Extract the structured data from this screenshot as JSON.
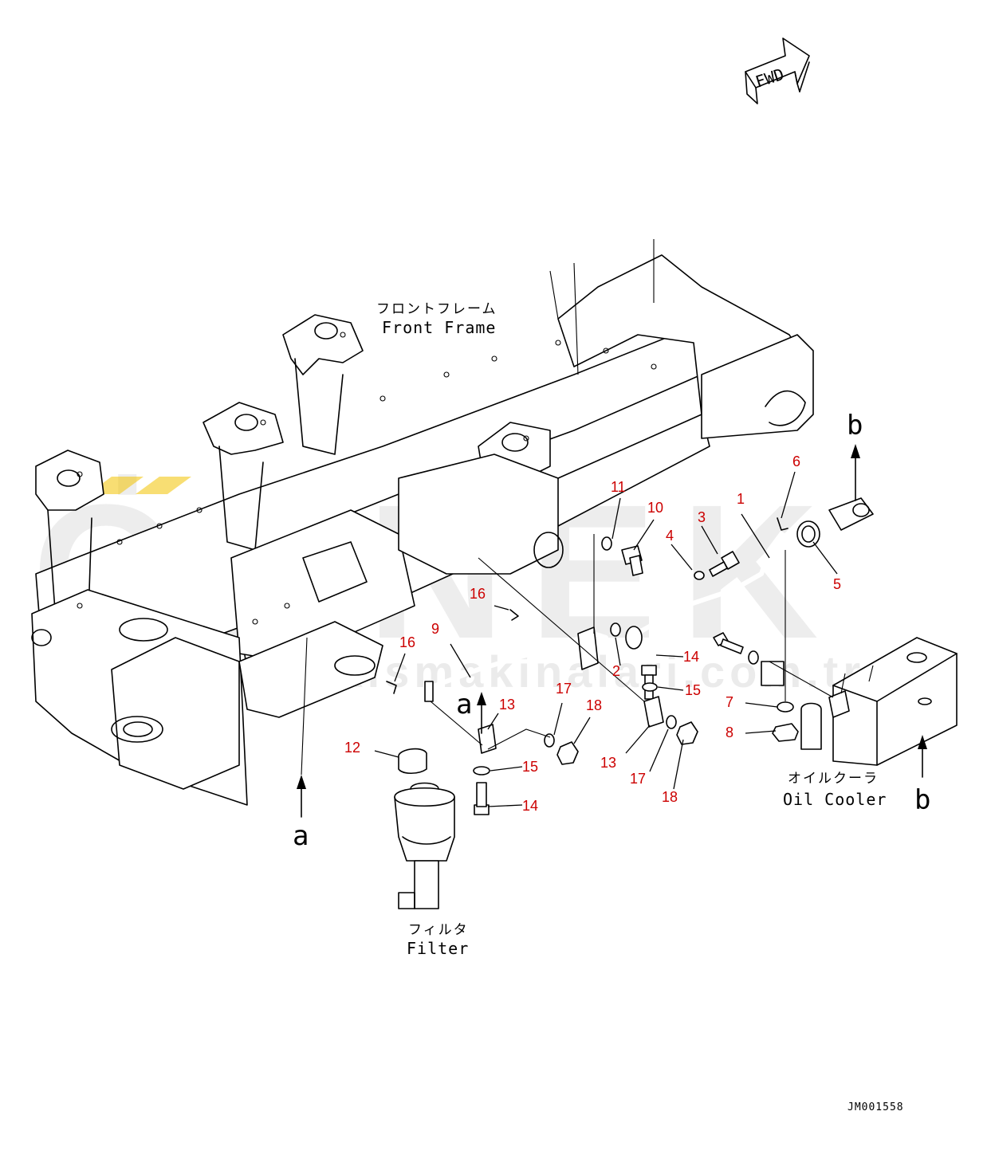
{
  "labels": {
    "front_frame_jp": "フロントフレーム",
    "front_frame_en": "Front Frame",
    "oil_cooler_jp": "オイルクーラ",
    "oil_cooler_en": "Oil Cooler",
    "filter_jp": "フィルタ",
    "filter_en": "Filter",
    "fwd": "FWD",
    "drawing_number": "JM001558"
  },
  "view_refs": {
    "a_left": "a",
    "a_center": "a",
    "b_top": "b",
    "b_bottom": "b"
  },
  "watermark": {
    "brand": "ÖRNEK",
    "url": "www.ornekismakinalari.com.tr"
  },
  "callouts": [
    "1",
    "2",
    "3",
    "4",
    "5",
    "6",
    "7",
    "8",
    "9",
    "10",
    "11",
    "12",
    "13",
    "13",
    "14",
    "14",
    "15",
    "15",
    "16",
    "16",
    "17",
    "17",
    "18",
    "18"
  ],
  "colors": {
    "callout": "#cc0000",
    "line": "#000000",
    "watermark": "#d9d9d9",
    "watermark_accent": "#f2c200"
  }
}
